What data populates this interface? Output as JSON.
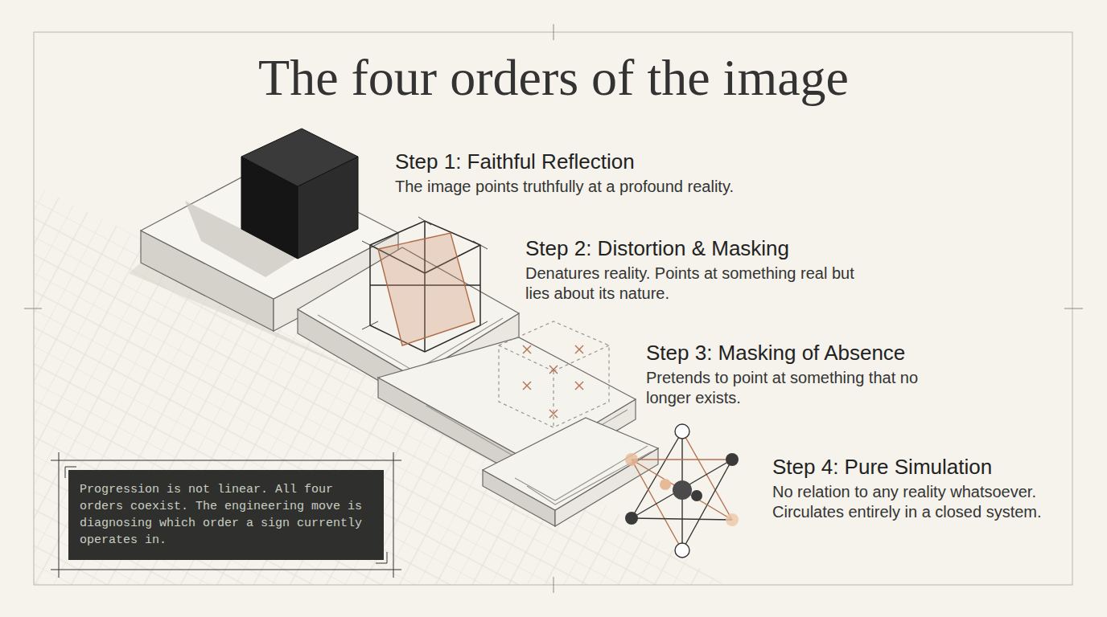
{
  "diagram": {
    "title": "The four orders of the image",
    "nodes": [
      {
        "text": [
          "Progression is not linear. All four orders coexist. The engineering move is diagnosing which order a sign currently operates in."
        ]
      }
    ],
    "labels": [
      "Step 1: Faithful Reflection",
      "The image points truthfully at a profound reality.",
      "Step 2: Distortion & Masking",
      "Denatures reality. Points at something real but lies about its nature.",
      "Step 3: Masking of Absence",
      "Pretends to point at something that no longer exists.",
      "Step 4: Pure Simulation",
      "No relation to any reality whatsoever. Circulates entirely in a closed system."
    ]
  }
}
